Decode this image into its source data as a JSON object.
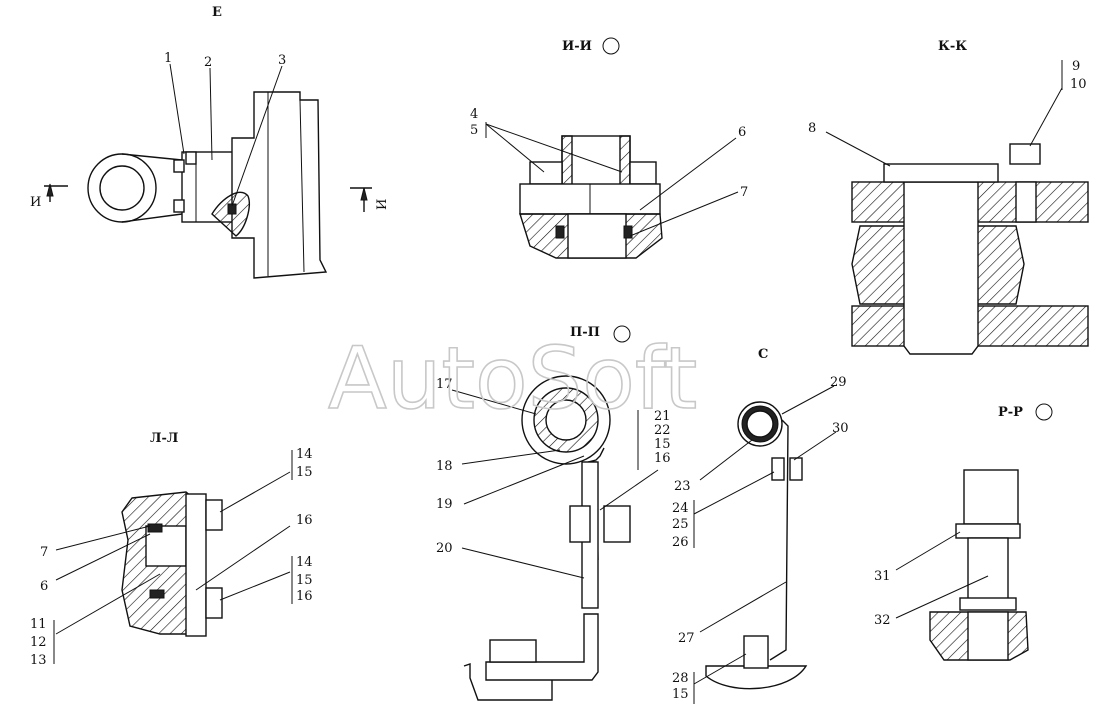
{
  "watermark": "AutoSoft",
  "views": {
    "e": {
      "title": "Е",
      "section_mark": "И",
      "labels": [
        "1",
        "2",
        "3"
      ]
    },
    "i": {
      "title": "И-И",
      "labels": [
        "4",
        "5",
        "6",
        "7"
      ]
    },
    "k": {
      "title": "К-К",
      "labels": [
        "8",
        "9",
        "10"
      ]
    },
    "p": {
      "title": "П-П",
      "labels": [
        "17",
        "18",
        "19",
        "20",
        "21",
        "22",
        "15",
        "16"
      ]
    },
    "s": {
      "title": "С",
      "labels": [
        "29",
        "30",
        "23",
        "24",
        "25",
        "26",
        "27",
        "28",
        "15"
      ]
    },
    "l": {
      "title": "Л-Л",
      "labels": [
        "14",
        "15",
        "16",
        "14",
        "15",
        "16",
        "7",
        "6",
        "11",
        "12",
        "13"
      ]
    },
    "r": {
      "title": "Р-Р",
      "labels": [
        "31",
        "32"
      ]
    }
  }
}
